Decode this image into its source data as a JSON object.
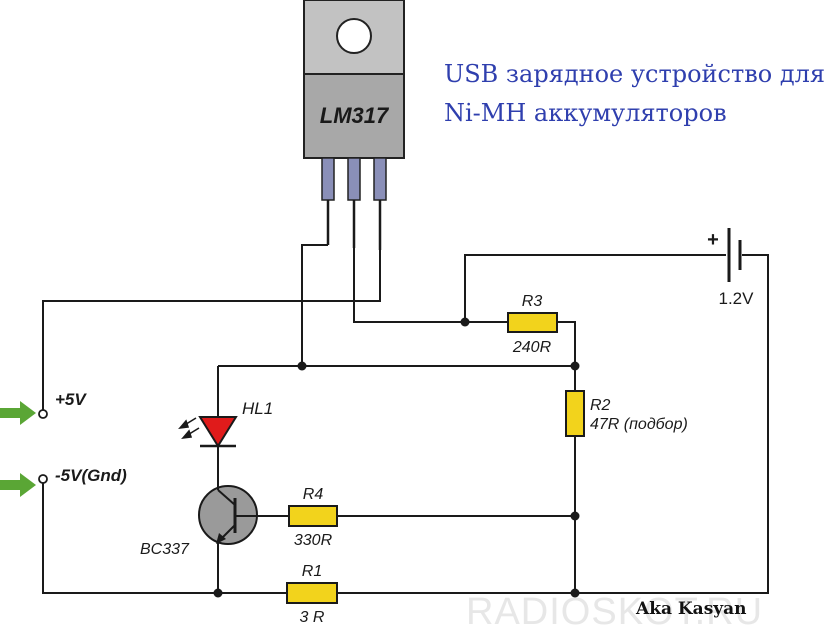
{
  "title": {
    "line1": "USB зарядное устройство для",
    "line2": "Ni-MH аккумуляторов"
  },
  "regulator": {
    "label": "LM317"
  },
  "inputs": {
    "pos_label": "+5V",
    "neg_label": "-5V(Gnd)"
  },
  "battery": {
    "polarity": "+",
    "voltage": "1.2V"
  },
  "components": {
    "r3": {
      "ref": "R3",
      "value": "240R"
    },
    "r2": {
      "ref": "R2",
      "value": "47R (подбор)"
    },
    "r4": {
      "ref": "R4",
      "value": "330R"
    },
    "r1": {
      "ref": "R1",
      "value": "3 R"
    },
    "hl1": {
      "ref": "HL1"
    },
    "q1": {
      "ref": "BC337"
    }
  },
  "author": "Aka Kasyan",
  "watermark": "RADIOSKOT.RU",
  "colors": {
    "wire": "#1a1a1a",
    "resistor": "#f2d31c",
    "led": "#e01b1b",
    "arrow": "#5aa635",
    "transistor": "#9a9a9a",
    "regulator_body": "#a8a8a8",
    "regulator_tab": "#c2c2c2",
    "pin": "#8a8fb8",
    "title": "#2f3fae"
  }
}
